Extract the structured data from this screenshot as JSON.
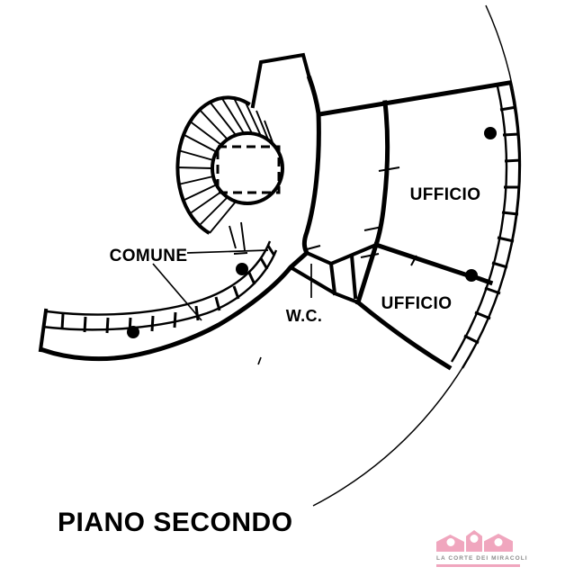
{
  "plan": {
    "floor_label": "PIANO SECONDO",
    "rooms": {
      "comune": "COMUNE",
      "wc": "W.C.",
      "ufficio_top": "UFFICIO",
      "ufficio_bottom": "UFFICIO"
    },
    "colors": {
      "ink": "#000000",
      "background": "#FFFFFF"
    }
  },
  "logo": {
    "name": "LA CORTE DEI MIRACOLI",
    "icon": "three-pink-houses-icon",
    "colors": {
      "pink": "#F0A6BE",
      "text_gray": "#8C8C8C"
    }
  }
}
